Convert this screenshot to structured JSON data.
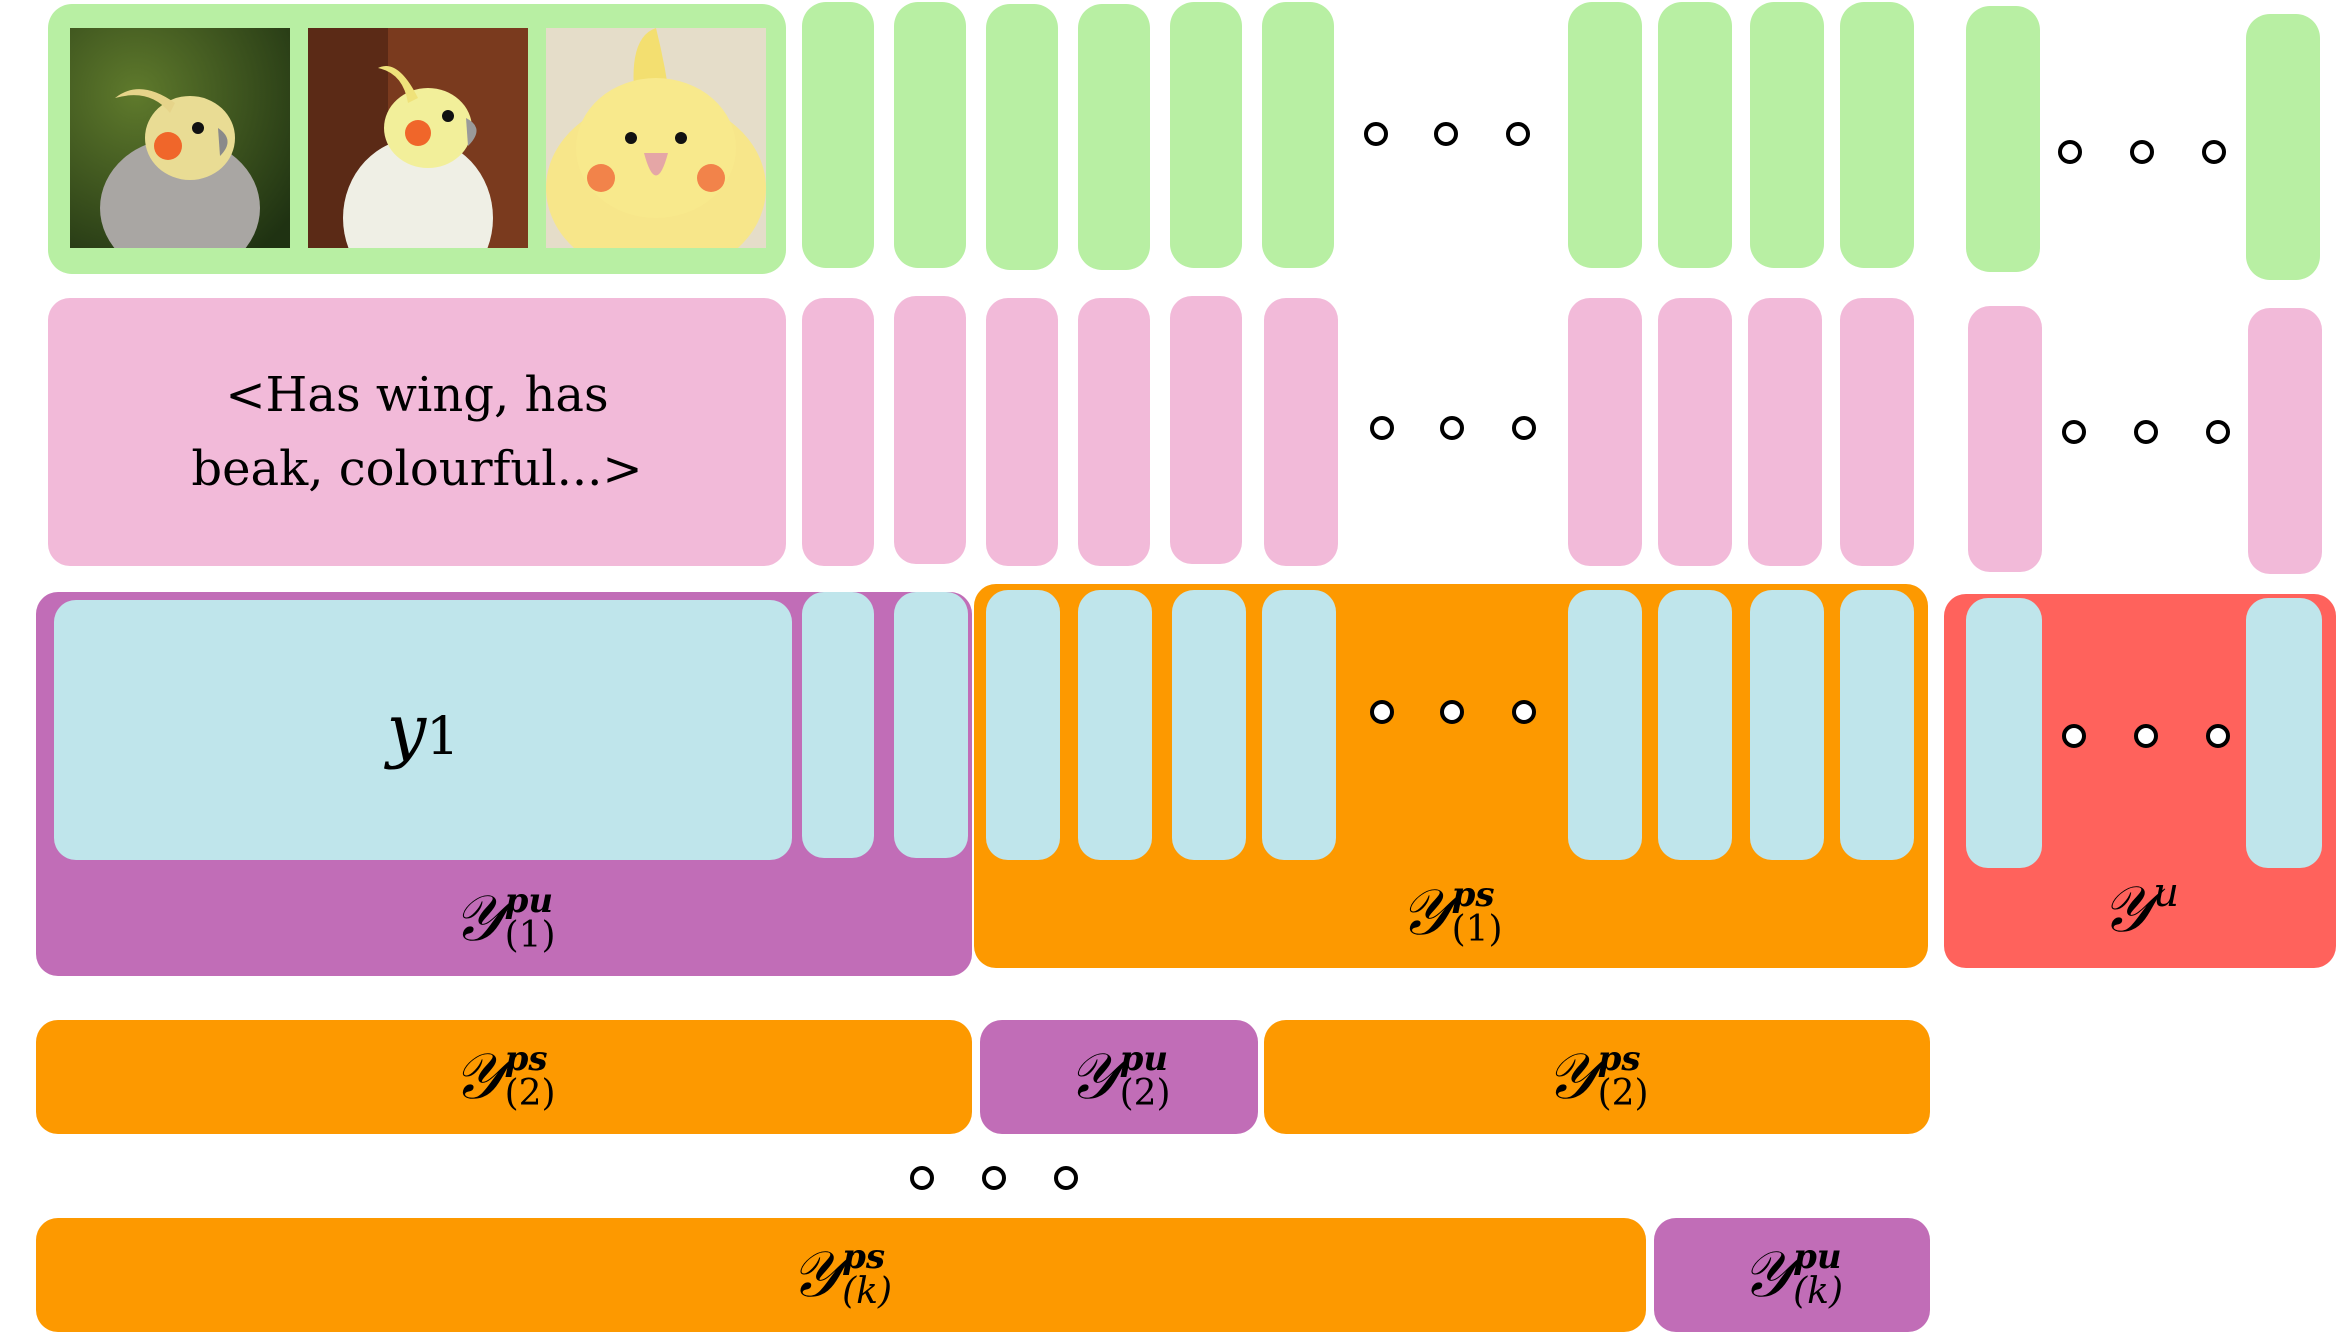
{
  "attribute_text": "<Has wing, has beak, colourful...>",
  "ellipsis_icon": "three-dots-icon",
  "sample_label": {
    "base": "y",
    "sub": "1"
  },
  "groups": {
    "row1_purple": {
      "base": "𝒴",
      "sup": "pu",
      "sub": "(1)"
    },
    "row1_orange": {
      "base": "𝒴",
      "sup": "ps",
      "sub": "(1)"
    },
    "row1_red": {
      "base": "𝒴",
      "sup": "u",
      "sub": ""
    },
    "row2_orange_left": {
      "base": "𝒴",
      "sup": "ps",
      "sub": "(2)"
    },
    "row2_purple": {
      "base": "𝒴",
      "sup": "pu",
      "sub": "(2)"
    },
    "row2_orange_right": {
      "base": "𝒴",
      "sup": "ps",
      "sub": "(2)"
    },
    "rowk_orange": {
      "base": "𝒴",
      "sup": "ps",
      "sub": "(k)"
    },
    "rowk_purple": {
      "base": "𝒴",
      "sup": "pu",
      "sub": "(k)"
    }
  },
  "colors": {
    "image_row": "#b8efa3",
    "attribute_row": "#f2bad9",
    "class_slot": "#bfe5eb",
    "partially_unseen": "#c16db7",
    "partially_seen": "#fd9900",
    "unseen": "#ff625c"
  },
  "photos": [
    "cockatiel-photo-1",
    "cockatiel-photo-2",
    "cockatiel-photo-3"
  ]
}
